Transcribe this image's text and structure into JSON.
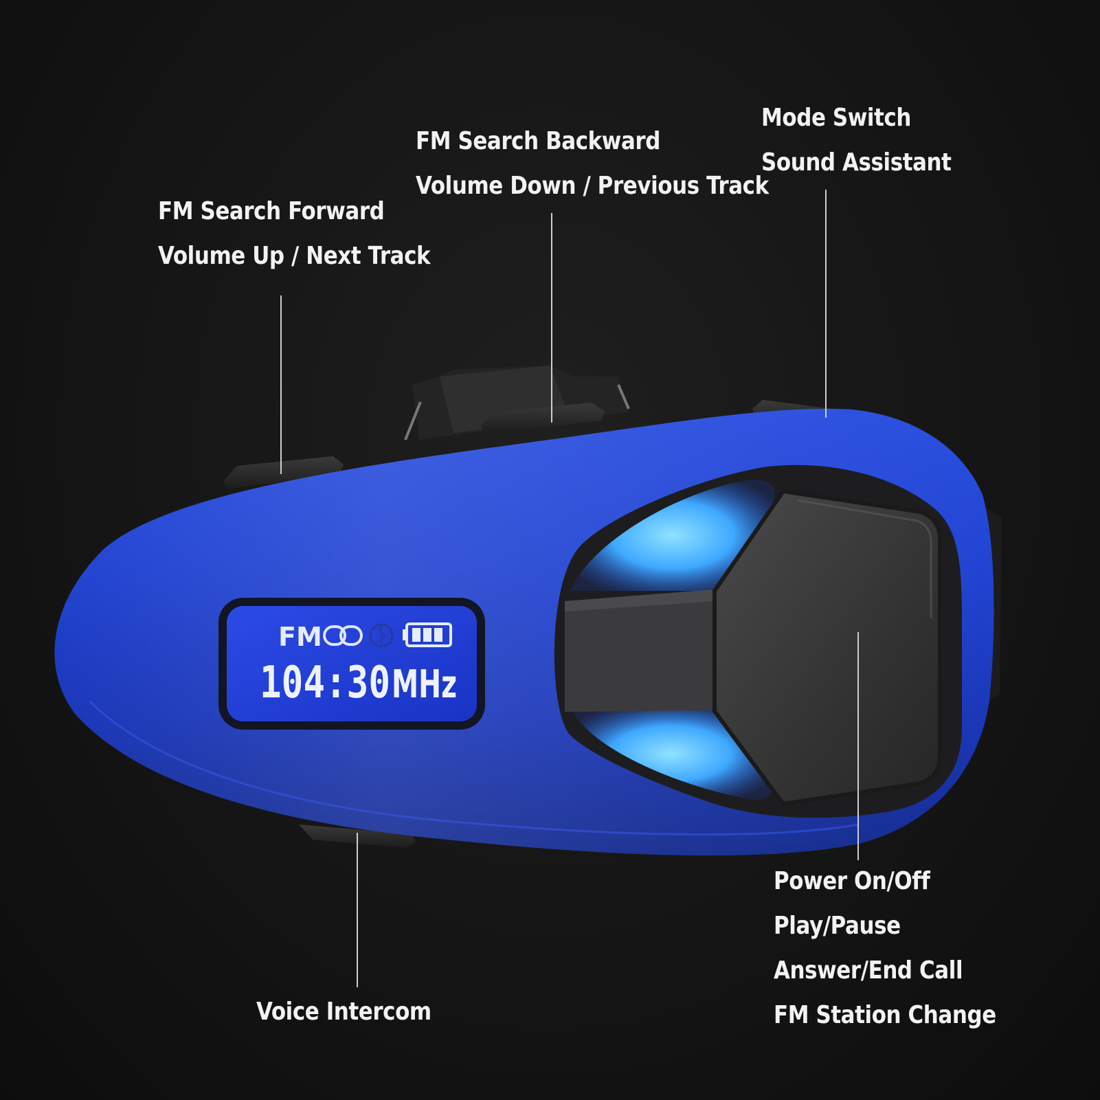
{
  "device": {
    "body_color": "#1f3fc8",
    "glow_color": "#5cc8ff",
    "screen": {
      "mode_label": "FM",
      "frequency_digits": "104:30",
      "frequency_unit": "MHz",
      "icons": [
        "link-icon",
        "bluetooth-icon",
        "battery-full-icon"
      ]
    }
  },
  "callouts": {
    "fm_forward": {
      "line1": "FM Search Forward",
      "line2": "Volume Up / Next Track"
    },
    "fm_backward": {
      "line1": "FM Search Backward",
      "line2": "Volume Down / Previous Track"
    },
    "mode_switch": {
      "line1": "Mode Switch",
      "line2": "Sound Assistant"
    },
    "power": {
      "line1": "Power On/Off",
      "line2": "Play/Pause",
      "line3": "Answer/End Call",
      "line4": "FM Station Change"
    },
    "voice_intercom": {
      "line1": "Voice Intercom"
    }
  }
}
